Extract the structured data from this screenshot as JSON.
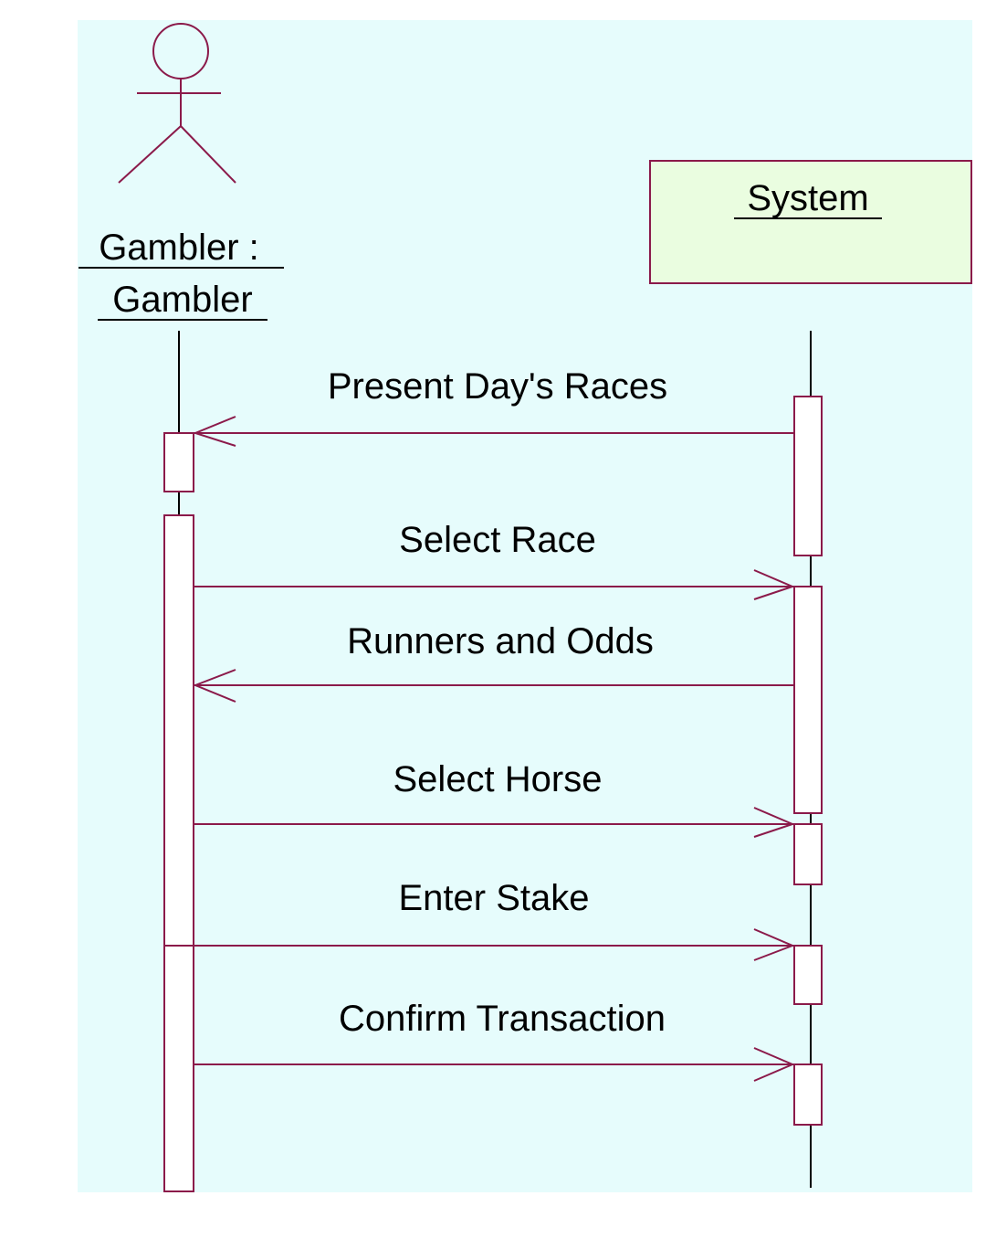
{
  "colors": {
    "canvas_background": "#e6fcfc",
    "page_background": "#ffffff",
    "line": "#8b1a4a",
    "object_box_fill": "#eafde0",
    "activation_fill": "#ffffff",
    "lifeline": "#000000",
    "text": "#000000"
  },
  "actor": {
    "name_line1": "Gambler :",
    "name_line2": "Gambler",
    "icon": "stick-figure-icon"
  },
  "system": {
    "name": "System"
  },
  "messages": [
    {
      "label": "Present Day's Races",
      "direction": "to-actor"
    },
    {
      "label": "Select Race",
      "direction": "to-system"
    },
    {
      "label": "Runners and Odds",
      "direction": "to-actor"
    },
    {
      "label": "Select Horse",
      "direction": "to-system"
    },
    {
      "label": "Enter Stake",
      "direction": "to-system"
    },
    {
      "label": "Confirm Transaction",
      "direction": "to-system"
    }
  ]
}
